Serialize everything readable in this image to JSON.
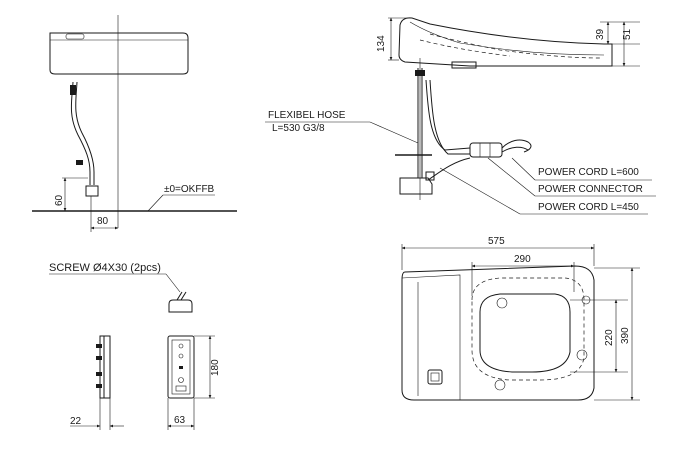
{
  "views": {
    "front_view": {
      "labels": {
        "dim_height": "60",
        "dim_offset": "80",
        "floor_reference": "±0=OKFFB"
      }
    },
    "side_view": {
      "labels": {
        "dim_height": "134",
        "dim_top_a": "39",
        "dim_top_b": "51",
        "hose_name": "FLEXIBEL HOSE",
        "hose_spec": "L=530  G3/8",
        "power_cord_1": "POWER CORD L=600",
        "power_connector": "POWER CONNECTOR",
        "power_cord_2": "POWER CORD L=450"
      }
    },
    "bracket_view": {
      "labels": {
        "screw": "SCREW Ø4X30 (2pcs)",
        "dim_height": "180",
        "dim_width_a": "22",
        "dim_width_b": "63"
      }
    },
    "top_view": {
      "labels": {
        "dim_total_width": "575",
        "dim_inner_width": "290",
        "dim_inner_height": "220",
        "dim_total_height": "390"
      }
    }
  }
}
